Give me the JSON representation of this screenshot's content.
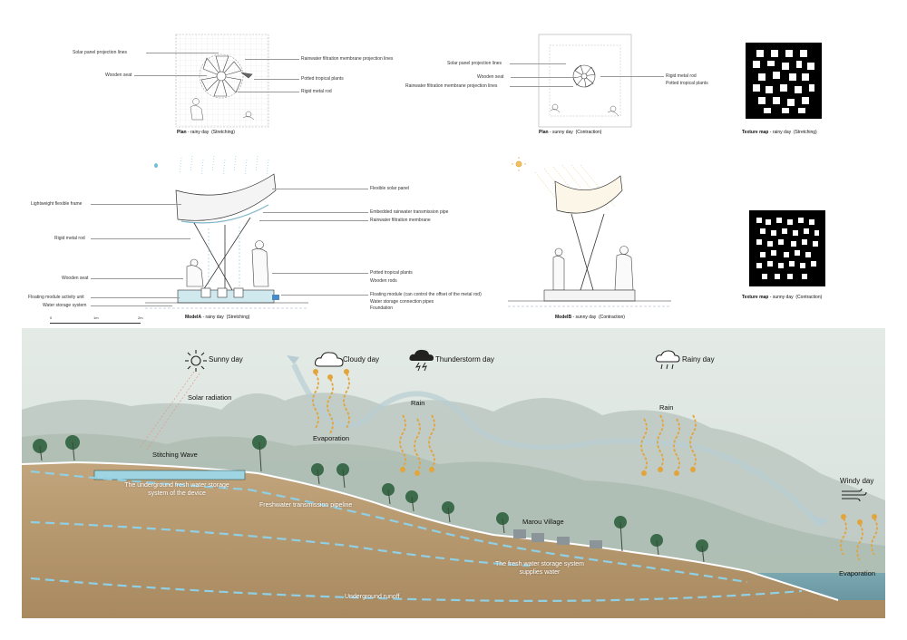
{
  "plan_a": {
    "labels_left": [
      "Solar panel projection lines",
      "Wooden seat"
    ],
    "labels_right": [
      "Rainwater filtration membrane projection lines",
      "Potted tropical plants",
      "Rigid metal rod"
    ],
    "caption_bold": "Plan",
    "caption_rest": " - rainy day  (Stretching)"
  },
  "plan_b": {
    "labels_left": [
      "Solar panel projection lines",
      "Wooden seat",
      "Rainwater filtration membrane projection lines"
    ],
    "labels_right": [
      "Rigid metal rod",
      "Potted tropical plants"
    ],
    "caption_bold": "Plan",
    "caption_rest": " - sunny day  (Contraction)"
  },
  "texture_a": {
    "caption_bold": "Texture map",
    "caption_rest": " - rainy day  (Stretching)"
  },
  "texture_b": {
    "caption_bold": "Texture map",
    "caption_rest": " - sunny day  (Contraction)"
  },
  "model_a": {
    "labels_left": [
      "Lightweight flexible frame",
      "Rigid metal rod",
      "Wooden seat",
      "Floating module activity unit",
      "Water storage system"
    ],
    "labels_right": [
      "Flexible solar panel",
      "Embedded rainwater transmission pipe",
      "Rainwater filtration membrane",
      "Potted tropical plants",
      "Wooden rods",
      "Floating module (can control the offset of the metal rod)",
      "Water storage connection pipes",
      "Foundation"
    ],
    "caption_bold": "ModelA",
    "caption_rest": " - rainy day  (Stretching)",
    "scale_ticks": [
      "0",
      "1m",
      "2m"
    ]
  },
  "model_b": {
    "caption_bold": "ModelB",
    "caption_rest": " - sunny day  (Contraction)"
  },
  "section": {
    "weather": [
      {
        "name": "Sunny day",
        "icon": "sun-icon"
      },
      {
        "name": "Cloudy day",
        "icon": "cloud-icon"
      },
      {
        "name": "Thunderstorm day",
        "icon": "thunder-cloud-icon"
      },
      {
        "name": "Rainy day",
        "icon": "rain-cloud-icon"
      },
      {
        "name": "Windy day",
        "icon": "wind-icon"
      }
    ],
    "solar_radiation": "Solar radiation",
    "stitching_wave": "Stitching Wave",
    "evaporation_1": "Evaporation",
    "rain_1": "Rain",
    "rain_2": "Rain",
    "evaporation_2": "Evaporation",
    "underground_storage": "The underground fresh water storage system of the device",
    "pipeline": "Freshwater transmission pipeline",
    "village": "Marou Village",
    "supplies": "The fresh water storage system supplies water",
    "runoff": "Underground runoff",
    "colors": {
      "soil": "#b5946a",
      "flow": "#8fd0e6",
      "arrow": "#e3a43a",
      "sky": "#dfe6e3"
    }
  }
}
